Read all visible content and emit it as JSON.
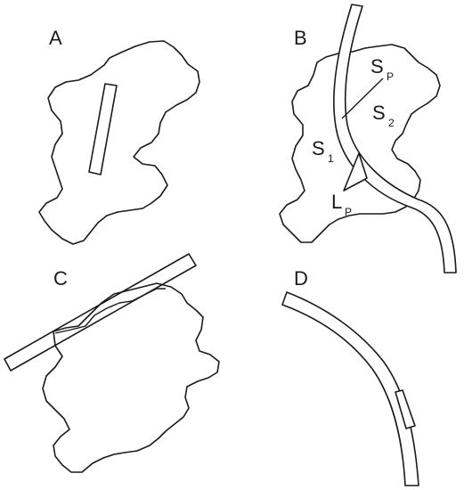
{
  "panels": {
    "a": {
      "label": "A"
    },
    "b": {
      "label": "B",
      "sp": {
        "main": "S",
        "sub": "P"
      },
      "s2": {
        "main": "S",
        "sub": "2"
      },
      "s1": {
        "main": "S",
        "sub": "1"
      },
      "lp": {
        "main": "L",
        "sub": "P"
      }
    },
    "c": {
      "label": "C"
    },
    "d": {
      "label": "D"
    }
  }
}
